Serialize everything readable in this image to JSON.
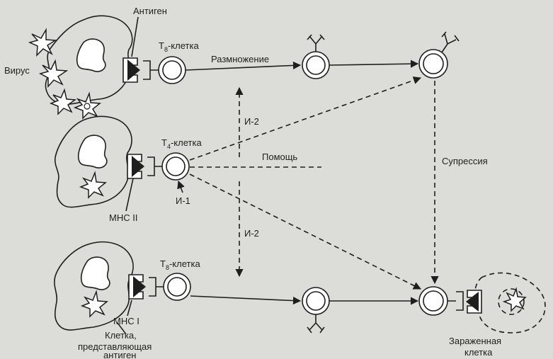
{
  "labels": {
    "antigen": "Антиген",
    "virus": "Вирус",
    "t8_top_prefix": "T",
    "t8_top_sub": "8",
    "t8_top_suffix": "-клетка",
    "t4_prefix": "T",
    "t4_sub": "4",
    "t4_suffix": "-клетка",
    "t8_bottom_prefix": "T",
    "t8_bottom_sub": "8",
    "t8_bottom_suffix": "-клетка",
    "reproduction": "Размножение",
    "help": "Помощь",
    "suppression": "Супрессия",
    "il2_top": "И-2",
    "il2_bottom": "И-2",
    "il1": "И-1",
    "mhc2": "MHC II",
    "mhc1": "MHC I",
    "apc_line1": "Клетка,",
    "apc_line2": "представляющая",
    "apc_line3": "антиген",
    "infected_line1": "Зараженная",
    "infected_line2": "клетка"
  },
  "colors": {
    "ink": "#1e1e1e",
    "paper": "#dcdcd8"
  }
}
